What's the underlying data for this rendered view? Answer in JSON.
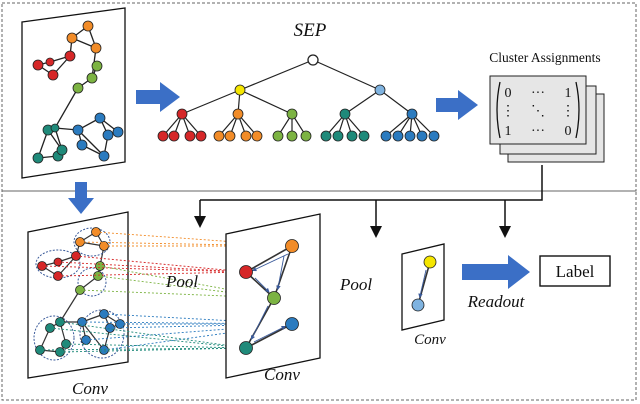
{
  "colors": {
    "red": "#d62728",
    "orange": "#f28c28",
    "green": "#7cb342",
    "yellow": "#f5e600",
    "teal": "#1f8a7a",
    "blue": "#2b7bbf",
    "lightblue": "#7fb3e0",
    "arrow": "#3b6fc6",
    "dashed_border": "#555555"
  },
  "top": {
    "tree_title": "SEP",
    "cluster_label": "Cluster Assignments",
    "matrix": {
      "row1": [
        "0",
        "···",
        "1"
      ],
      "row2": [
        "⋮",
        "⋱",
        "⋮"
      ],
      "row3": [
        "1",
        "···",
        "0"
      ]
    }
  },
  "bottom": {
    "conv1": "Conv",
    "conv2": "Conv",
    "conv3": "Conv",
    "pool1": "Pool",
    "pool2": "Pool",
    "readout": "Readout",
    "output_label": "Label"
  }
}
